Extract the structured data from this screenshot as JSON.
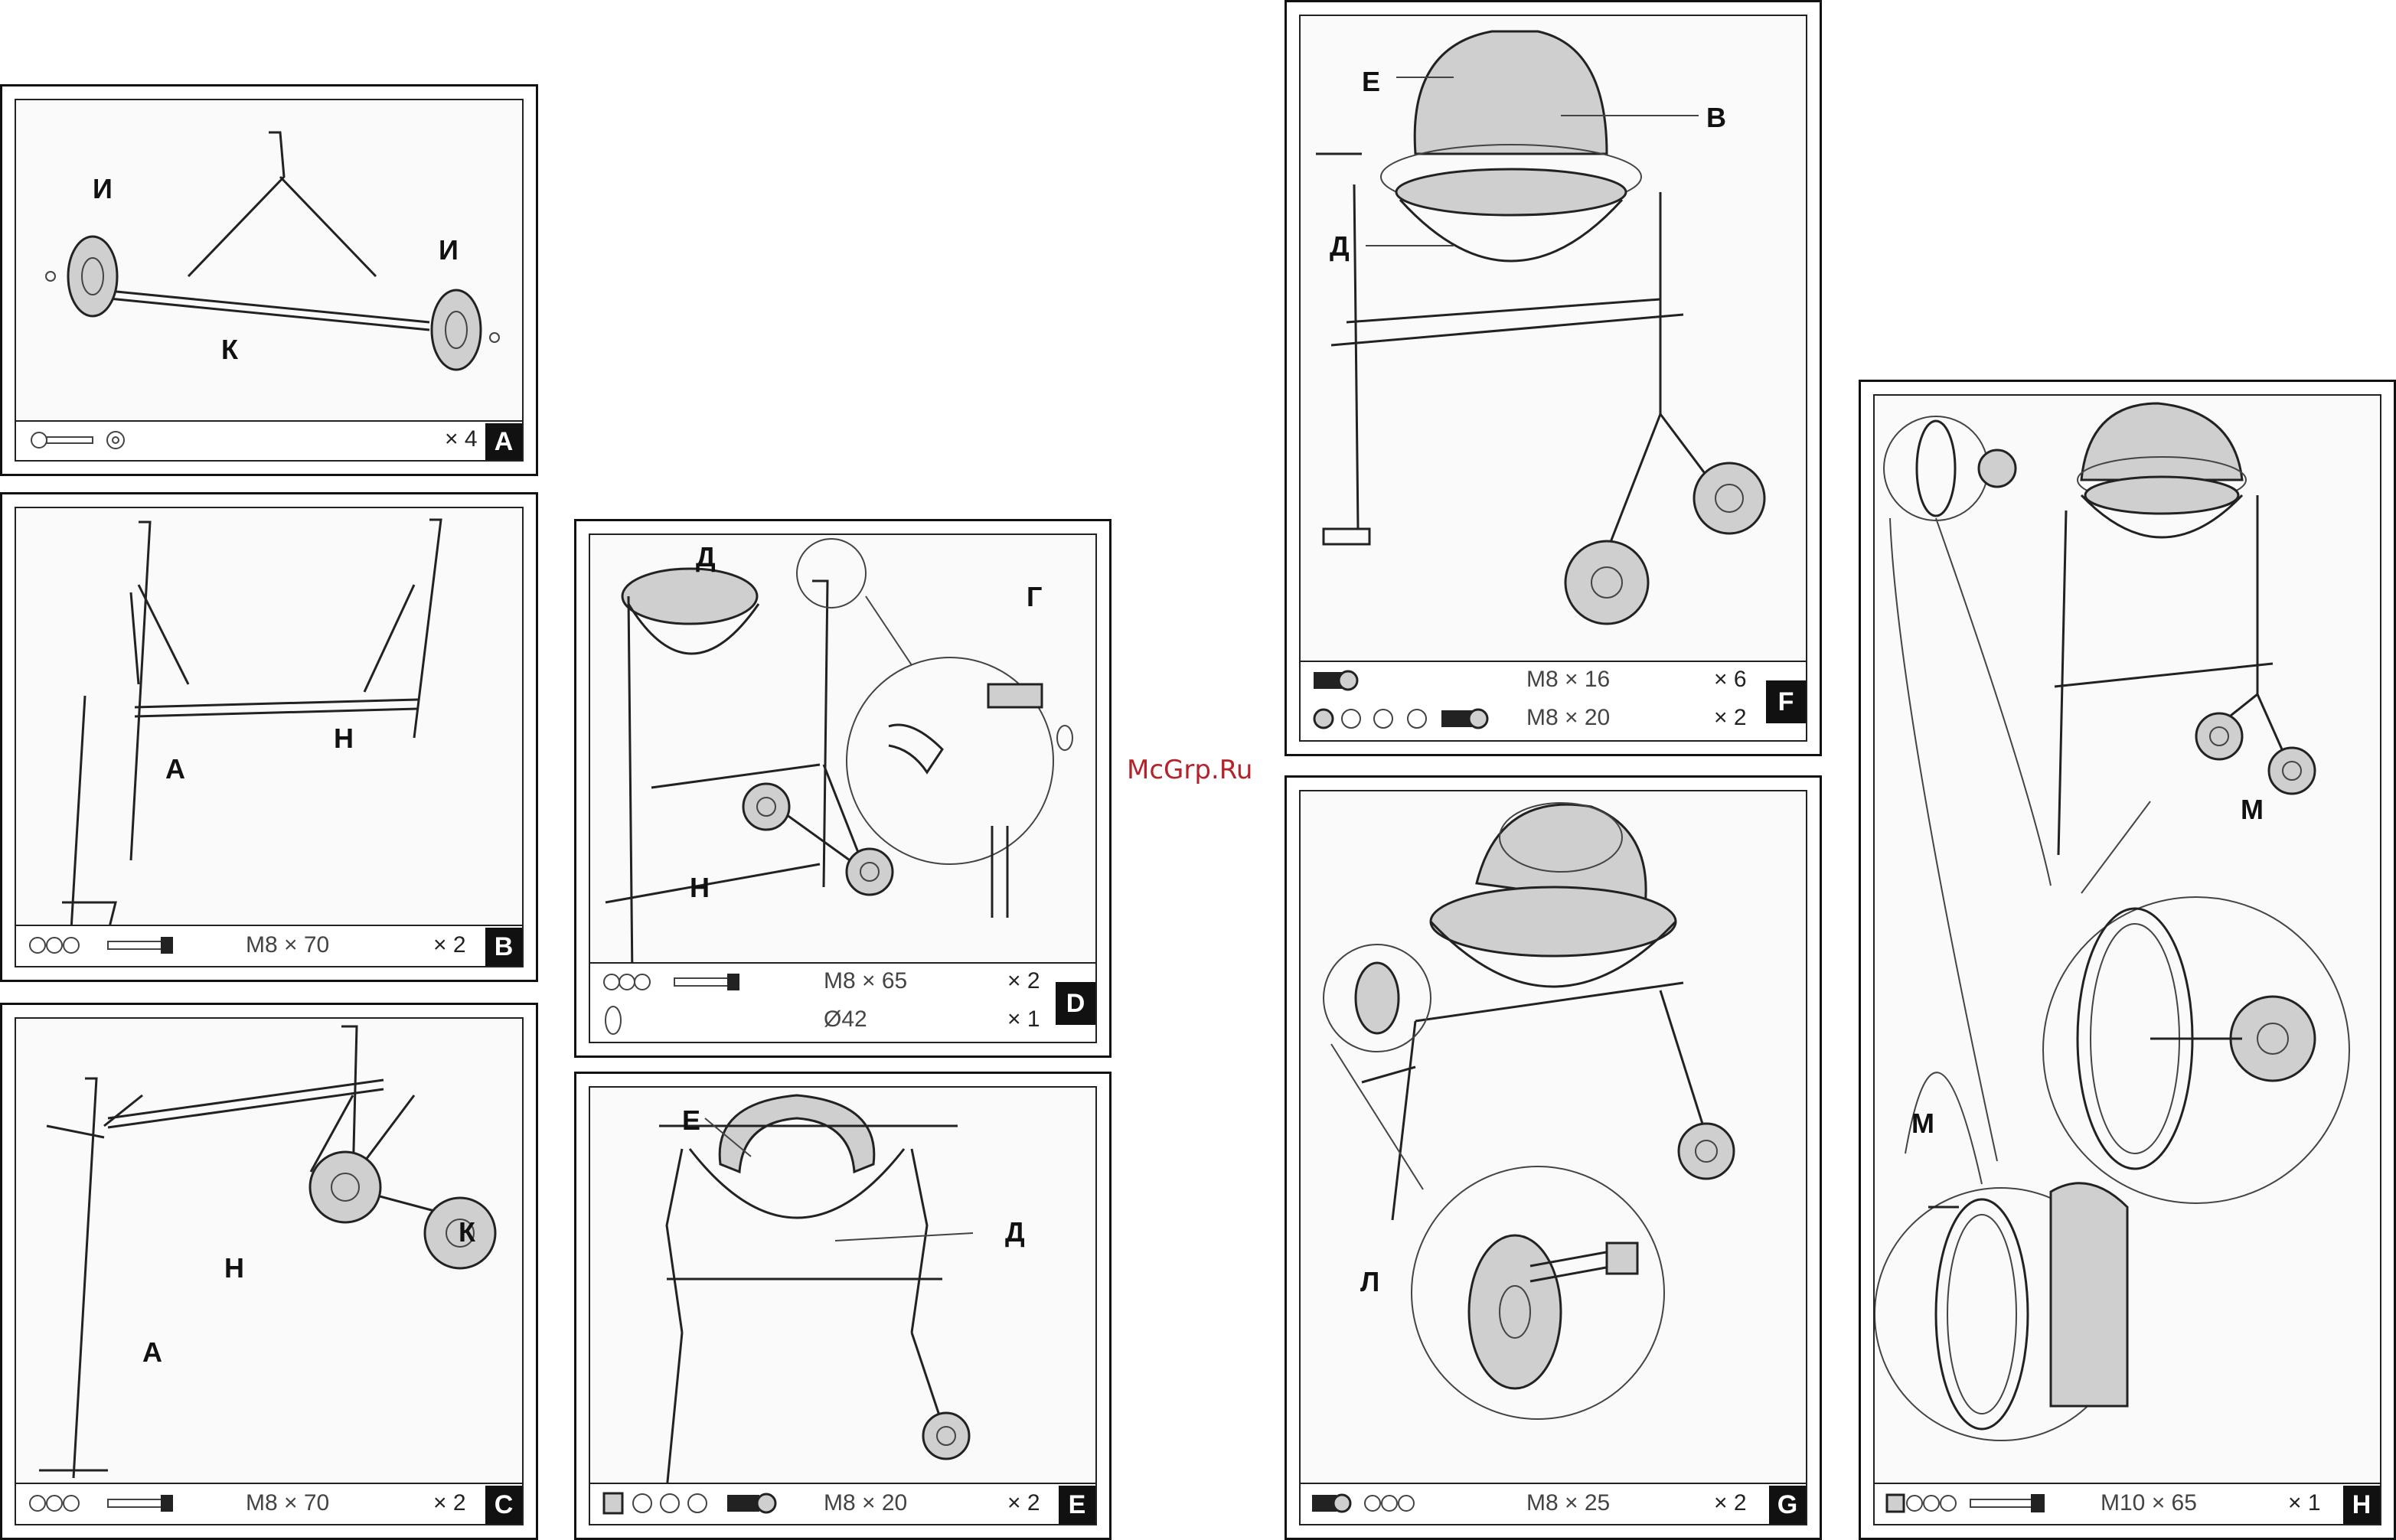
{
  "watermark": "McGrp.Ru",
  "panels": {
    "A": {
      "badge": "A",
      "spec": "",
      "qty": "× 4",
      "labels": {
        "wheel_left": "И",
        "wheel_right": "И",
        "axle": "К"
      }
    },
    "B": {
      "badge": "B",
      "spec": "M8 × 70",
      "qty": "× 2",
      "labels": {
        "leg": "А",
        "crossbar": "Н"
      }
    },
    "C": {
      "badge": "C",
      "spec": "M8 × 70",
      "qty": "× 2",
      "labels": {
        "leg": "А",
        "crossbar": "Н",
        "axle": "К"
      }
    },
    "D": {
      "badge": "D",
      "spec1": "M8 × 65",
      "qty1": "× 2",
      "spec2": "Ø42",
      "qty2": "× 1",
      "labels": {
        "ring": "Д",
        "bracket": "Г",
        "crossbar": "Н"
      }
    },
    "E": {
      "badge": "E",
      "spec": "M8 × 20",
      "qty": "× 2",
      "labels": {
        "blades": "Е",
        "ring": "Д"
      }
    },
    "F": {
      "badge": "F",
      "spec1": "M8 × 16",
      "qty1": "× 6",
      "spec2": "M8 × 20",
      "qty2": "× 2",
      "labels": {
        "blades": "Е",
        "drum": "В",
        "ring": "Д"
      }
    },
    "G": {
      "badge": "G",
      "spec": "M8 × 25",
      "qty": "× 2",
      "labels": {
        "handwheel": "Л"
      }
    },
    "H": {
      "badge": "H",
      "spec": "M10 × 65",
      "qty": "× 1",
      "labels": {
        "lever_top": "М",
        "lever_bottom": "М"
      }
    }
  }
}
